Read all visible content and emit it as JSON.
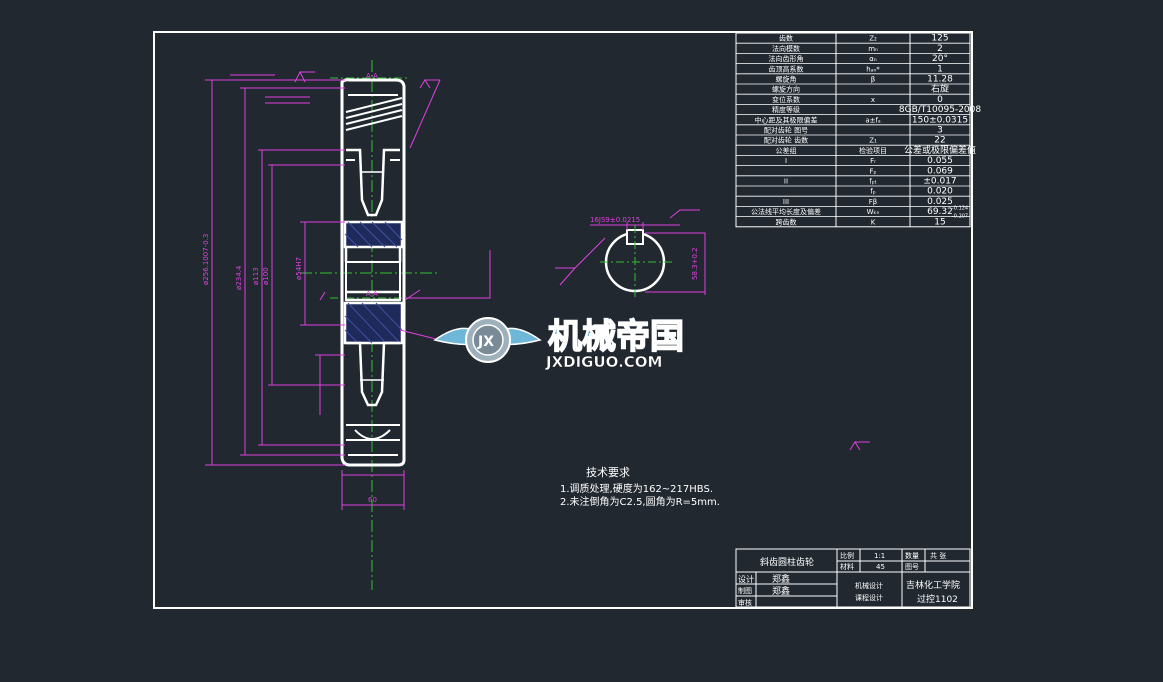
{
  "parameter_table": {
    "rows": [
      {
        "name": "齿数",
        "symbol": "Z₂",
        "value": "125"
      },
      {
        "name": "法向模数",
        "symbol": "mₙ",
        "value": "2"
      },
      {
        "name": "法向齿形角",
        "symbol": "αₙ",
        "value": "20°"
      },
      {
        "name": "齿顶高系数",
        "symbol": "hₐₙ*",
        "value": "1"
      },
      {
        "name": "螺旋角",
        "symbol": "β",
        "value": "11.28"
      },
      {
        "name": "螺旋方向",
        "symbol": "",
        "value": "右旋"
      },
      {
        "name": "变位系数",
        "symbol": "x",
        "value": "0"
      },
      {
        "name": "精度等级",
        "symbol": "",
        "value": "8GB/T10095-2008"
      },
      {
        "name": "中心距及其极限偏差",
        "symbol": "a±fₐ",
        "value": "150±0.0315"
      },
      {
        "name": "配对齿轮 图号",
        "symbol": "",
        "value": "3"
      },
      {
        "name": "配对齿轮 齿数",
        "symbol": "Z₁",
        "value": "22"
      },
      {
        "name": "公差组",
        "symbol": "检验项目",
        "value": "公差或极限偏差值"
      },
      {
        "name": "I",
        "symbol": "Fᵣ",
        "value": "0.055"
      },
      {
        "name": "",
        "symbol": "Fₚ",
        "value": "0.069"
      },
      {
        "name": "II",
        "symbol": "fₚₜ",
        "value": "±0.017"
      },
      {
        "name": "",
        "symbol": "fₚ",
        "value": "0.020"
      },
      {
        "name": "III",
        "symbol": "Fβ",
        "value": "0.025"
      },
      {
        "name": "公法线平均长度及偏差",
        "symbol": "Wₖₙ",
        "value": "69.32"
      },
      {
        "name": "跨齿数",
        "symbol": "K",
        "value": "15"
      }
    ],
    "wkn_upper": "-0.124",
    "wkn_lower": "-0.207"
  },
  "tech_requirements": {
    "title": "技术要求",
    "items": [
      "1.调质处理,硬度为162~217HBS.",
      "2.未注倒角为C2.5,圆角为R=5mm."
    ]
  },
  "title_block": {
    "part_name": "斜齿圆柱齿轮",
    "scale_label": "比例",
    "scale_value": "1:1",
    "material_label": "材料",
    "material_value": "45",
    "qty_label": "数量",
    "qty_value": "共 张",
    "drawing_no_label": "图号",
    "design_label": "设计",
    "design_name": "郑鑫",
    "draw_label": "制图",
    "draw_name": "郑鑫",
    "review_label": "审核",
    "course1": "机械设计",
    "course2": "课程设计",
    "school": "吉林化工学院",
    "class_name": "过控1102"
  },
  "watermark": {
    "logo_letters": "JX",
    "brand_cn": "机械帝国",
    "brand_en": "JXDIGUO.COM"
  },
  "dimension_labels": {
    "da": "ø256.1007-0.3",
    "df": "ø234.4",
    "d_inner": "ø113",
    "d_hub": "ø100",
    "bore": "ø54H7",
    "width": "60",
    "keyway_w": "16JS9±0.0215",
    "keyway_t": "58.3+0.2",
    "section": "A-A"
  },
  "colors": {
    "background": "#212830",
    "lines": "#ffffff",
    "dimensions": "#e040e0",
    "centerlines": "#2fbf2f",
    "hatch": "#1e2a5a"
  }
}
